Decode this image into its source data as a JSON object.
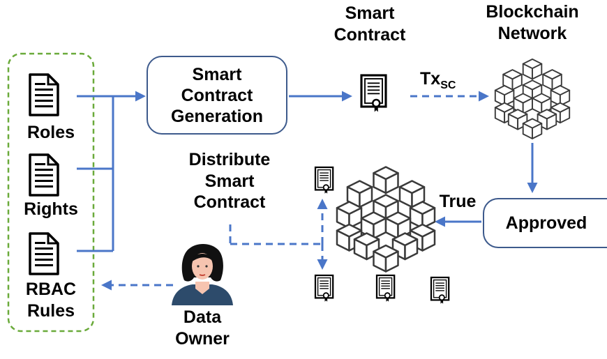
{
  "rbac_group": {
    "roles_label": "Roles",
    "rights_label": "Rights",
    "rbac_rules_label": "RBAC\nRules"
  },
  "generation_box": {
    "label": "Smart\nContract\nGeneration"
  },
  "smart_contract": {
    "label": "Smart\nContract"
  },
  "transaction": {
    "label": "Tx",
    "subscript": "SC"
  },
  "blockchain_network": {
    "label": "Blockchain\nNetwork"
  },
  "approved_box": {
    "label": "Approved"
  },
  "true_label": "True",
  "distribute": {
    "label": "Distribute\nSmart\nContract"
  },
  "data_owner": {
    "label": "Data\nOwner"
  },
  "colors": {
    "arrow_blue": "#4a76c8",
    "box_border": "#3d5a8c",
    "group_border": "#6aaa3a",
    "icon_stroke": "#3a3a3a",
    "hair": "#111111",
    "skin": "#f6c4b0",
    "shirt": "#2d4b6b"
  }
}
